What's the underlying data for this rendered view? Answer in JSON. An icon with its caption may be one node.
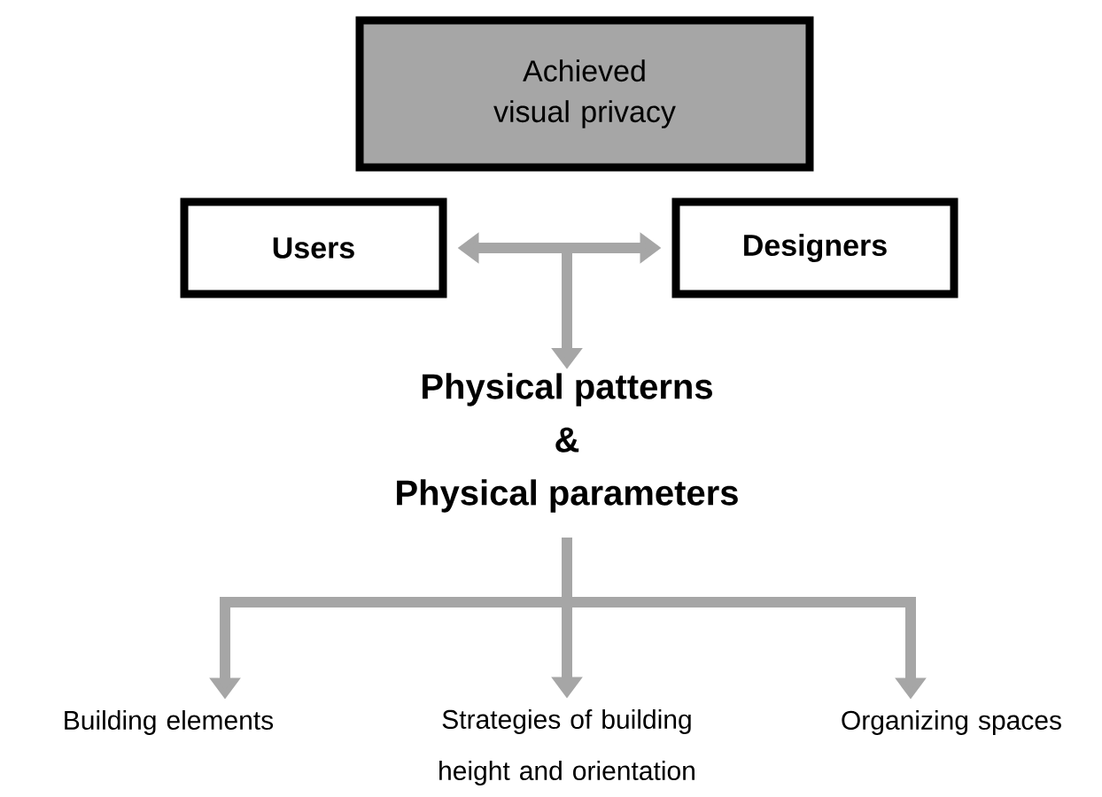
{
  "diagram": {
    "nodes": [
      {
        "text": [
          "Achieved visual privacy"
        ]
      },
      {
        "text": [
          "Users"
        ]
      },
      {
        "text": [
          "Designers"
        ]
      },
      {
        "text": [
          "Physical patterns",
          "&",
          "Physical parameters"
        ]
      },
      {
        "text": [
          "Building elements"
        ]
      },
      {
        "text": [
          "Strategies of building height and orientation"
        ]
      },
      {
        "text": [
          "Organizing spaces"
        ]
      }
    ],
    "edges": [
      {
        "from": 1,
        "to": 2,
        "arrow": "both"
      },
      {
        "from": null,
        "to": 3,
        "arrow": "to"
      },
      {
        "from": 3,
        "to": 4,
        "arrow": "to"
      },
      {
        "from": 3,
        "to": 5,
        "arrow": "to"
      },
      {
        "from": 3,
        "to": 6,
        "arrow": "to"
      }
    ]
  }
}
